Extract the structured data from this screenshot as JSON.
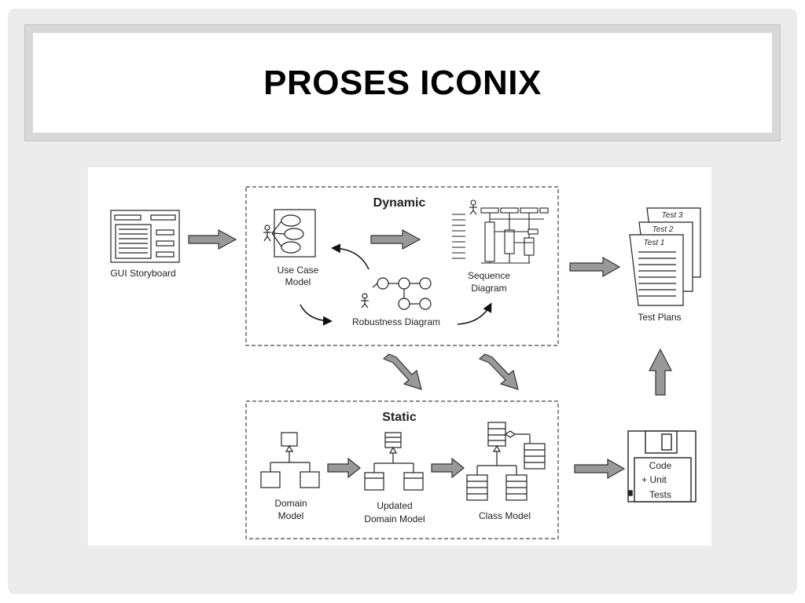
{
  "slide": {
    "title": "PROSES ICONIX"
  },
  "diagram": {
    "dynamic_label": "Dynamic",
    "static_label": "Static",
    "gui_storyboard": "GUI Storyboard",
    "use_case_model": [
      "Use Case",
      "Model"
    ],
    "robustness_diagram": "Robustness Diagram",
    "sequence_diagram": [
      "Sequence",
      "Diagram"
    ],
    "test_plans": "Test Plans",
    "test_sheets": [
      "Test 3",
      "Test 2",
      "Test 1"
    ],
    "domain_model": [
      "Domain",
      "Model"
    ],
    "updated_domain_model": [
      "Updated",
      "Domain Model"
    ],
    "class_model": "Class Model",
    "code_unit_tests": [
      "Code",
      "+ Unit",
      "Tests"
    ]
  }
}
